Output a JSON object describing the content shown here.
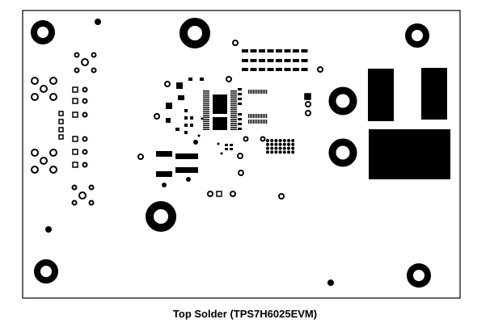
{
  "caption": "Top Solder (TPS7H6025EVM)",
  "colors": {
    "ink": "#000000",
    "paper": "#ffffff"
  },
  "elements": [
    "board-outline",
    "mounting-hole",
    "through-hole-pad",
    "fiducial",
    "smd-pad",
    "ic-footprint",
    "bga-array",
    "pad-block"
  ]
}
